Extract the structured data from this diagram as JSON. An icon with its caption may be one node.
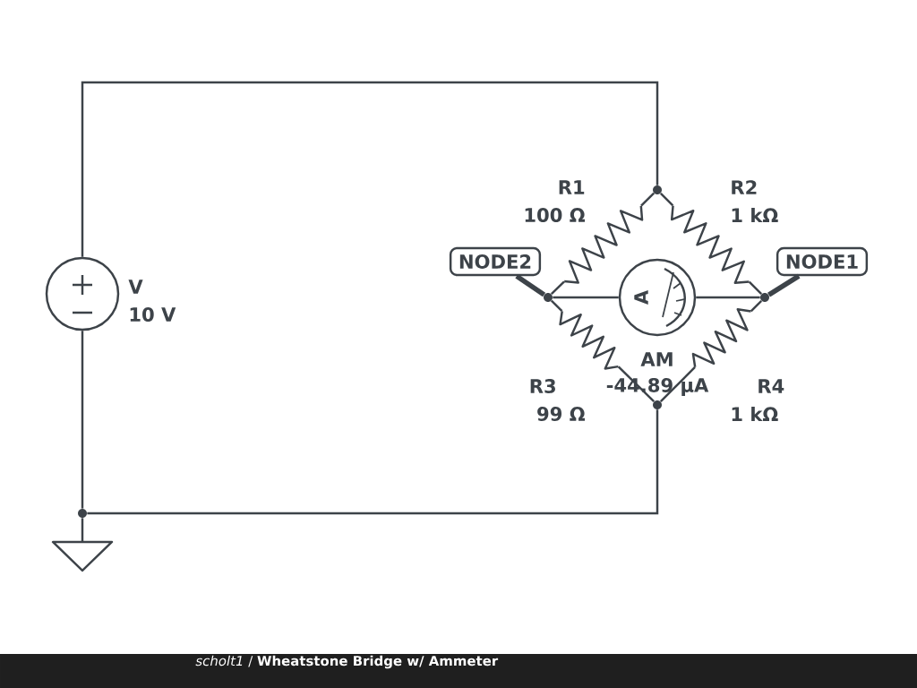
{
  "diagram": {
    "title": "*scholt1* / **Wheatstone Bridge w/ Ammeter**",
    "nodes": [
      {
        "text": [],
        "shape": "circle",
        "beside": [
          "V",
          "10 V"
        ]
      },
      {
        "text": [],
        "shape": "ground"
      },
      {
        "text": [],
        "shape": "dot"
      },
      {
        "text": [],
        "shape": "dot"
      },
      {
        "text": [],
        "shape": "dot"
      },
      {
        "text": [],
        "shape": "dot"
      },
      {
        "text": [],
        "shape": "dot"
      },
      {
        "text": [],
        "shape": "resistor",
        "beside": [
          "R1",
          "100 Ω"
        ]
      },
      {
        "text": [],
        "shape": "resistor",
        "beside": [
          "R2",
          "1 kΩ"
        ]
      },
      {
        "text": [],
        "shape": "resistor",
        "beside": [
          "R3",
          "99 Ω"
        ]
      },
      {
        "text": [],
        "shape": "resistor",
        "beside": [
          "R4",
          "1 kΩ"
        ]
      },
      {
        "text": [
          "A"
        ]
      },
      {
        "text": [
          "NODE2"
        ]
      },
      {
        "text": [
          "NODE1"
        ]
      }
    ],
    "edges": [
      {
        "from": 0,
        "to": 2,
        "arrow": "none"
      },
      {
        "from": 0,
        "to": 6,
        "arrow": "none"
      },
      {
        "from": 6,
        "to": 1,
        "arrow": "none"
      },
      {
        "from": 6,
        "to": 5,
        "arrow": "none"
      },
      {
        "from": 2,
        "to": 7,
        "arrow": "none"
      },
      {
        "from": 7,
        "to": 3,
        "arrow": "none"
      },
      {
        "from": 2,
        "to": 8,
        "arrow": "none"
      },
      {
        "from": 8,
        "to": 4,
        "arrow": "none"
      },
      {
        "from": 3,
        "to": 9,
        "arrow": "none"
      },
      {
        "from": 9,
        "to": 5,
        "arrow": "none"
      },
      {
        "from": 4,
        "to": 10,
        "arrow": "none"
      },
      {
        "from": 10,
        "to": 5,
        "arrow": "none"
      },
      {
        "from": 3,
        "to": 11,
        "arrow": "none"
      },
      {
        "from": 11,
        "to": 4,
        "arrow": "none"
      },
      {
        "from": 12,
        "to": 3,
        "arrow": "none",
        "style": "thick"
      },
      {
        "from": 13,
        "to": 4,
        "arrow": "none",
        "style": "thick"
      }
    ],
    "labels": [
      "AM",
      "-44.89 µA"
    ]
  }
}
